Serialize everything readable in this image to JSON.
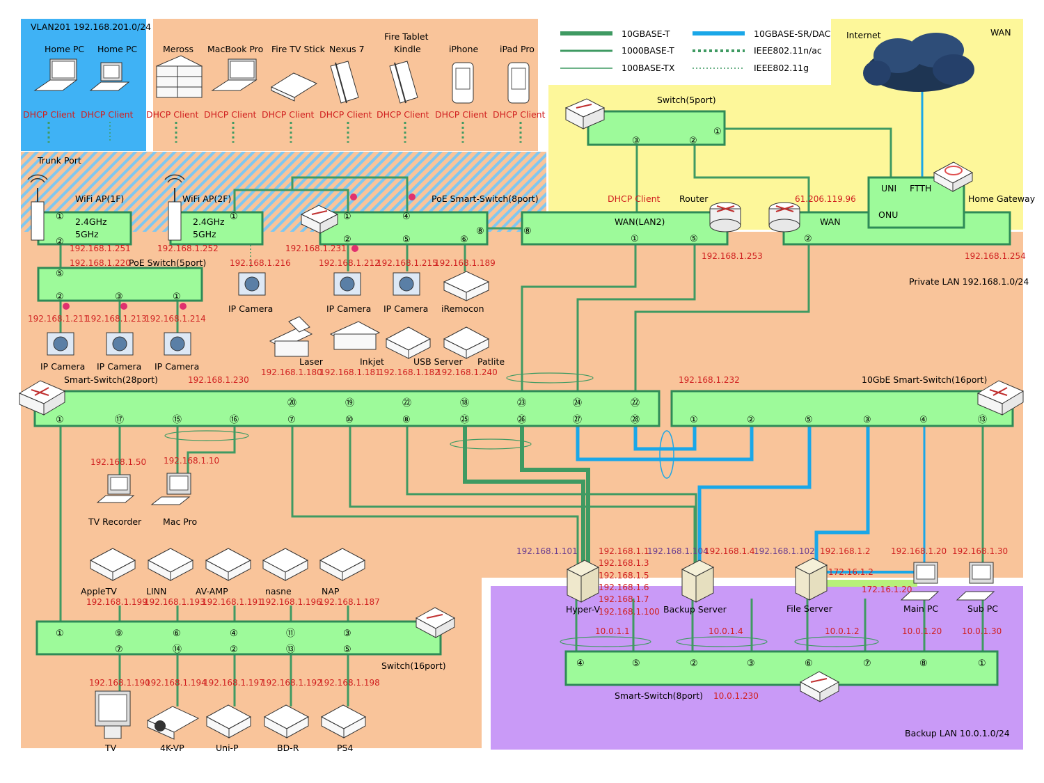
{
  "legend": {
    "l10gbase_t": "10GBASE-T",
    "l1000base_t": "1000BASE-T",
    "l100base_tx": "100BASE-TX",
    "l10gbase_sr": "10GBASE-SR/DAC",
    "lwifi_n": "IEEE802.11n/ac",
    "lwifi_g": "IEEE802.11g"
  },
  "zones": {
    "vlan": "VLAN201 192.168.201.0/24",
    "trunk": "Trunk Port",
    "wan": "WAN",
    "internet": "Internet",
    "private_lan": "Private LAN 192.168.1.0/24",
    "backup_lan": "Backup LAN 10.0.1.0/24"
  },
  "dhcp": "DHCP Client",
  "top_devices": [
    "Home PC",
    "Home PC",
    "Meross",
    "MacBook Pro",
    "Fire TV Stick",
    "Nexus 7",
    "Fire Tablet",
    "Kindle",
    "iPhone",
    "iPad Pro"
  ],
  "switches": {
    "switch5": "Switch(5port)",
    "router": "Router",
    "router_dhcp": "DHCP Client",
    "wan_lan2": "WAN(LAN2)",
    "wan": "WAN",
    "wan_ip": "61.206.119.96",
    "home_gateway": "Home Gateway",
    "uni": "UNI",
    "ftth": "FTTH",
    "onu": "ONU",
    "router_ip": "192.168.1.253",
    "gw_ip": "192.168.1.254",
    "poe8": "PoE Smart-Switch(8port)",
    "poe8_ip": "192.168.1.231",
    "ap1": "WiFi AP(1F)",
    "ap2": "WiFi AP(2F)",
    "band1": "2.4GHz",
    "band2": "5GHz",
    "ap1_ip": "192.168.1.251",
    "ap2_ip": "192.168.1.252",
    "poe5": "PoE Switch(5port)",
    "poe5_ip": "192.168.1.220",
    "sw28": "Smart-Switch(28port)",
    "sw28_ip": "192.168.1.230",
    "sw10g": "10GbE Smart-Switch(16port)",
    "sw10g_ip": "192.168.1.232",
    "sw16": "Switch(16port)",
    "sw8": "Smart-Switch(8port)",
    "sw8_ip": "10.0.1.230"
  },
  "cameras": [
    {
      "name": "IP Camera",
      "ip": "192.168.1.211"
    },
    {
      "name": "IP Camera",
      "ip": "192.168.1.213"
    },
    {
      "name": "IP Camera",
      "ip": "192.168.1.214"
    },
    {
      "name": "IP Camera",
      "ip": "192.168.1.216"
    },
    {
      "name": "IP Camera",
      "ip": "192.168.1.212"
    },
    {
      "name": "IP Camera",
      "ip": "192.168.1.215"
    }
  ],
  "iremocon": {
    "name": "iRemocon",
    "ip": "192.168.1.189"
  },
  "peripherals": [
    {
      "name": "Laser",
      "ip": "192.168.1.180"
    },
    {
      "name": "Inkjet",
      "ip": "192.168.1.181"
    },
    {
      "name": "USB Server",
      "ip": "192.168.1.182"
    },
    {
      "name": "Patlite",
      "ip": "192.168.1.240"
    }
  ],
  "pcs": [
    {
      "name": "TV Recorder",
      "ip": "192.168.1.50"
    },
    {
      "name": "Mac Pro",
      "ip": "192.168.1.10"
    }
  ],
  "av_top": [
    {
      "name": "AppleTV",
      "ip": "192.168.1.199"
    },
    {
      "name": "LINN",
      "ip": "192.168.1.193"
    },
    {
      "name": "AV-AMP",
      "ip": "192.168.1.191"
    },
    {
      "name": "nasne",
      "ip": "192.168.1.196"
    },
    {
      "name": "NAP",
      "ip": "192.168.1.187"
    }
  ],
  "av_bottom": [
    {
      "name": "TV",
      "ip": "192.168.1.190"
    },
    {
      "name": "4K-VP",
      "ip": "192.168.1.194"
    },
    {
      "name": "Uni-P",
      "ip": "192.168.1.197"
    },
    {
      "name": "BD-R",
      "ip": "192.168.1.192"
    },
    {
      "name": "PS4",
      "ip": "192.168.1.198"
    }
  ],
  "servers": {
    "hyperv": "Hyper-V",
    "hyperv_ip0": "192.168.1.101",
    "hyperv_ips": [
      "192.168.1.1",
      "192.168.1.3",
      "192.168.1.5",
      "192.168.1.6",
      "192.168.1.7",
      "192.168.1.100"
    ],
    "hyperv_b": "10.0.1.1",
    "backup": "Backup Server",
    "backup_ip0": "192.168.1.104",
    "backup_ip": "192.168.1.4",
    "backup_b": "10.0.1.4",
    "file": "File Server",
    "file_ip0": "192.168.1.102",
    "file_ip": "192.168.1.2",
    "file_b": "10.0.1.2",
    "file_direct": "172.16.1.2",
    "main": "Main PC",
    "main_ip": "192.168.1.20",
    "main_direct": "172.16.1.20",
    "main_b": "10.0.1.20",
    "sub": "Sub PC",
    "sub_ip": "192.168.1.30",
    "sub_b": "10.0.1.30"
  }
}
